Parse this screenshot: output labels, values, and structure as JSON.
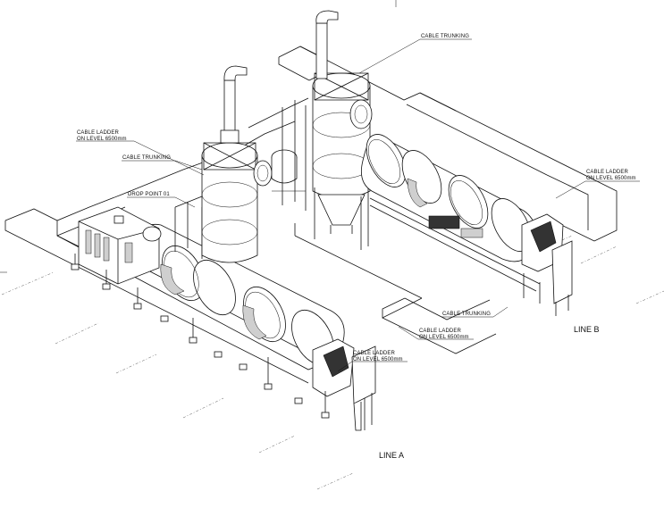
{
  "labels": {
    "cable_trunking_top": "CABLE TRUNKING",
    "cable_ladder_left_1": "CABLE LADDER",
    "cable_ladder_left_2": "ON LEVEL 6500mm",
    "cable_trunking_left": "CABLE TRUNKING",
    "drop_point": "DROP POINT 01",
    "cable_ladder_right_1": "CABLE LADDER",
    "cable_ladder_right_2": "ON LEVEL 6500mm",
    "cable_trunking_bottom": "CABLE TRUNKING",
    "cable_ladder_mid_1": "CABLE LADDER",
    "cable_ladder_mid_2": "ON LEVEL 6500mm",
    "cable_ladder_front_1": "CABLE LADDER",
    "cable_ladder_front_2": "ON LEVEL 6500mm",
    "line_a": "LINE A",
    "line_b": "LINE B"
  }
}
